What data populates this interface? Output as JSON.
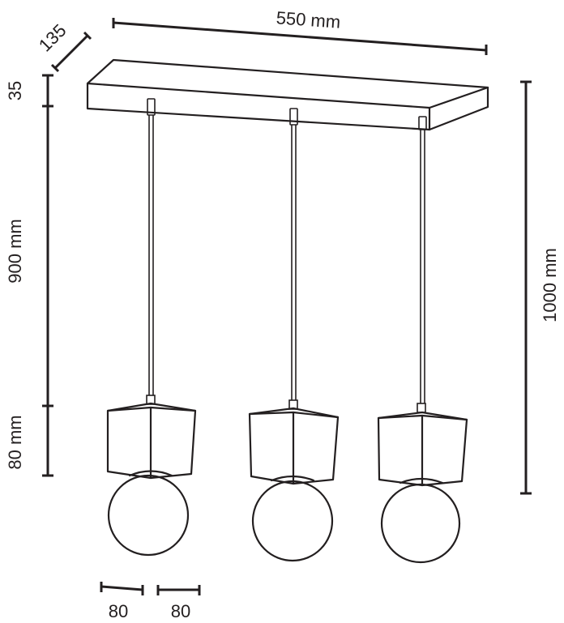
{
  "drawing": {
    "dimensions": {
      "width": "550 mm",
      "depth": "135",
      "canopy_height": "35",
      "cable_length": "900 mm",
      "shade_height": "80 mm",
      "total_height": "1000 mm",
      "shade_width_1": "80",
      "shade_width_2": "80"
    },
    "pendant_count": 3,
    "line_color": "#231f20"
  }
}
